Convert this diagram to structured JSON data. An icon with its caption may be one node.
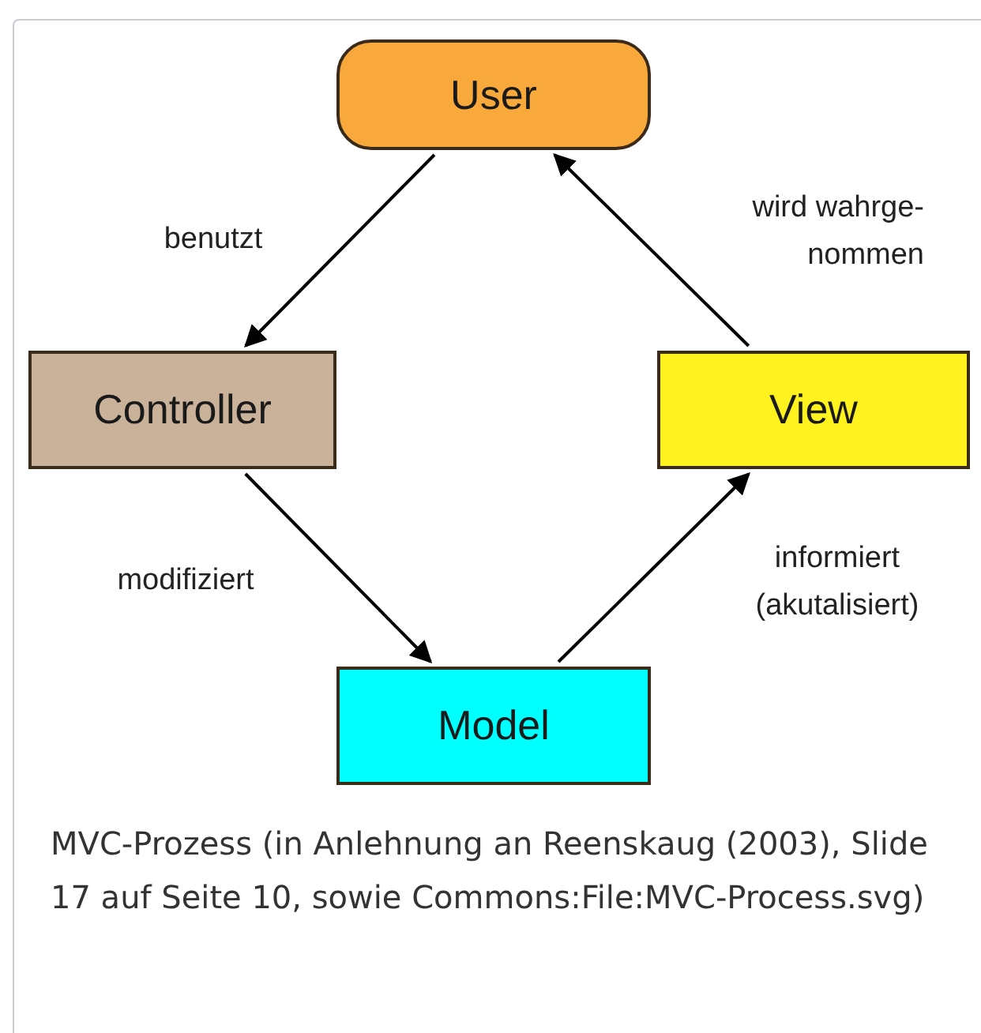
{
  "diagram": {
    "caption": "MVC-Prozess (in Anlehnung an Reenskaug (2003), Slide 17 auf Seite 10, sowie Commons:File:MVC-Process.svg)",
    "nodes": [
      {
        "text": [
          "User"
        ]
      },
      {
        "text": [
          "Controller"
        ]
      },
      {
        "text": [
          "View"
        ]
      },
      {
        "text": [
          "Model"
        ]
      }
    ],
    "edges": [
      {
        "from": 0,
        "to": 1,
        "arrow": "to",
        "label": "benutzt"
      },
      {
        "from": 1,
        "to": 3,
        "arrow": "to",
        "label": "modifiziert"
      },
      {
        "from": 3,
        "to": 2,
        "arrow": "to",
        "label": "informiert (akutalisiert)"
      },
      {
        "from": 2,
        "to": 0,
        "arrow": "to",
        "label": "wird wahrge- nommen"
      }
    ]
  }
}
